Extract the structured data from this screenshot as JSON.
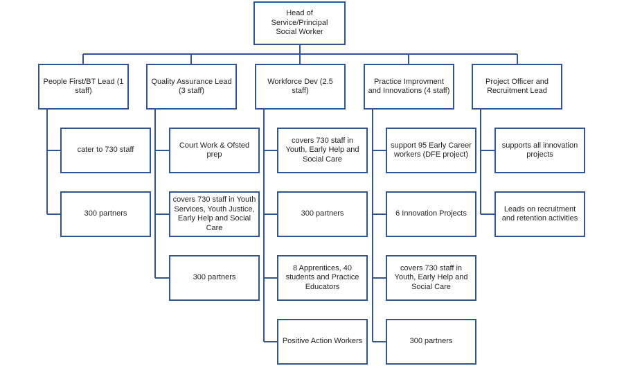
{
  "colors": {
    "line": "#2f5597",
    "box_border": "#2f5597",
    "text": "#1f1f1f"
  },
  "head": {
    "label": "Head of Service/Principal\nSocial Worker"
  },
  "columns": [
    {
      "lead": "People First/BT Lead (1\nstaff)",
      "items": [
        "cater to 730 staff",
        "300 partners"
      ]
    },
    {
      "lead": "Quality Assurance Lead\n(3 staff)",
      "items": [
        "Court Work & Ofsted\nprep",
        "covers 730 staff in Youth\nServices, Youth Justice,\nEarly Help and Social\nCare",
        "300 partners"
      ]
    },
    {
      "lead": "Workforce Dev (2.5 staff)",
      "items": [
        "covers 730 staff in\nYouth, Early Help and\nSocial Care",
        "300 partners",
        "8 Apprentices,  40\nstudents and Practice\nEducators",
        "Positive Action Workers"
      ]
    },
    {
      "lead": "Practice Improvment\nand Innovations (4 staff)",
      "items": [
        "support 95 Early Career\nworkers (DFE project)",
        "6 Innovation Projects",
        "covers 730 staff in\nYouth, Early Help and\nSocial Care",
        "300 partners"
      ]
    },
    {
      "lead": "Project Officer and\nRecruitment Lead",
      "items": [
        "supports all innovation\nprojects",
        "Leads on recruitment\nand retention activities"
      ]
    }
  ]
}
